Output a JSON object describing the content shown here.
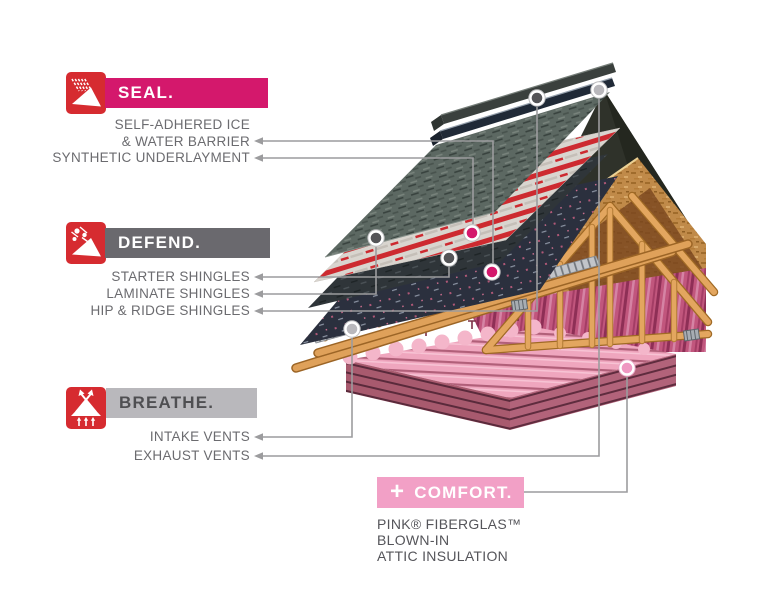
{
  "page": {
    "background": "#ffffff"
  },
  "sections": {
    "seal": {
      "title": "SEAL.",
      "bar_color": "#d4186c",
      "icon": "rain-on-roof",
      "callouts": [
        {
          "label_lines": [
            "SELF-ADHERED ICE",
            "& WATER BARRIER"
          ],
          "marker_color": "#d4186c"
        },
        {
          "label_lines": [
            "SYNTHETIC UNDERLAYMENT"
          ],
          "marker_color": "#d4186c"
        }
      ]
    },
    "defend": {
      "title": "DEFEND.",
      "bar_color": "#6a696e",
      "icon": "hail-on-roof",
      "callouts": [
        {
          "label_lines": [
            "STARTER SHINGLES"
          ],
          "marker_color": "#545457"
        },
        {
          "label_lines": [
            "LAMINATE SHINGLES"
          ],
          "marker_color": "#545457"
        },
        {
          "label_lines": [
            "HIP & RIDGE SHINGLES"
          ],
          "marker_color": "#545457"
        }
      ]
    },
    "breathe": {
      "title": "BREATHE.",
      "bar_color": "#b9b8bc",
      "icon": "airflow-through-roof",
      "callouts": [
        {
          "label_lines": [
            "INTAKE VENTS"
          ],
          "marker_color": "#b9b8bc"
        },
        {
          "label_lines": [
            "EXHAUST VENTS"
          ],
          "marker_color": "#b9b8bc"
        }
      ]
    },
    "comfort": {
      "title": "COMFORT.",
      "plus": "+",
      "bar_color": "#f2a0c6",
      "marker_color": "#ef97c2",
      "description_lines": [
        "PINK® FIBERGLAS™",
        "BLOWN-IN",
        "ATTIC INSULATION"
      ]
    }
  }
}
